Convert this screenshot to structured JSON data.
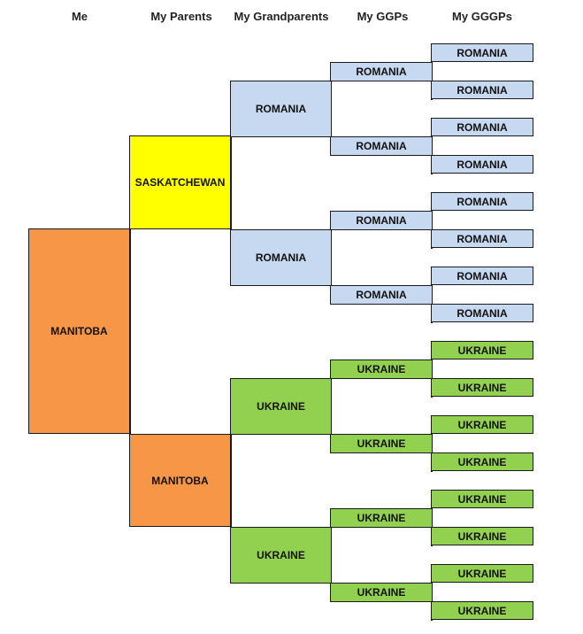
{
  "headers": {
    "me": "Me",
    "parents": "My Parents",
    "grandparents": "My Grandparents",
    "ggps": "My GGPs",
    "gggps": "My GGGPs"
  },
  "tree": {
    "me": "MANITOBA",
    "parents": [
      "SASKATCHEWAN",
      "MANITOBA"
    ],
    "grandparents": [
      "ROMANIA",
      "ROMANIA",
      "UKRAINE",
      "UKRAINE"
    ],
    "ggps": [
      "ROMANIA",
      "ROMANIA",
      "ROMANIA",
      "ROMANIA",
      "UKRAINE",
      "UKRAINE",
      "UKRAINE",
      "UKRAINE"
    ],
    "gggps": [
      "ROMANIA",
      "ROMANIA",
      "ROMANIA",
      "ROMANIA",
      "ROMANIA",
      "ROMANIA",
      "ROMANIA",
      "ROMANIA",
      "UKRAINE",
      "UKRAINE",
      "UKRAINE",
      "UKRAINE",
      "UKRAINE",
      "UKRAINE",
      "UKRAINE",
      "UKRAINE"
    ]
  },
  "colors": {
    "manitoba": "#f79646",
    "saskatchewan": "#ffff00",
    "romania": "#c6d9f1",
    "ukraine": "#92d050"
  }
}
